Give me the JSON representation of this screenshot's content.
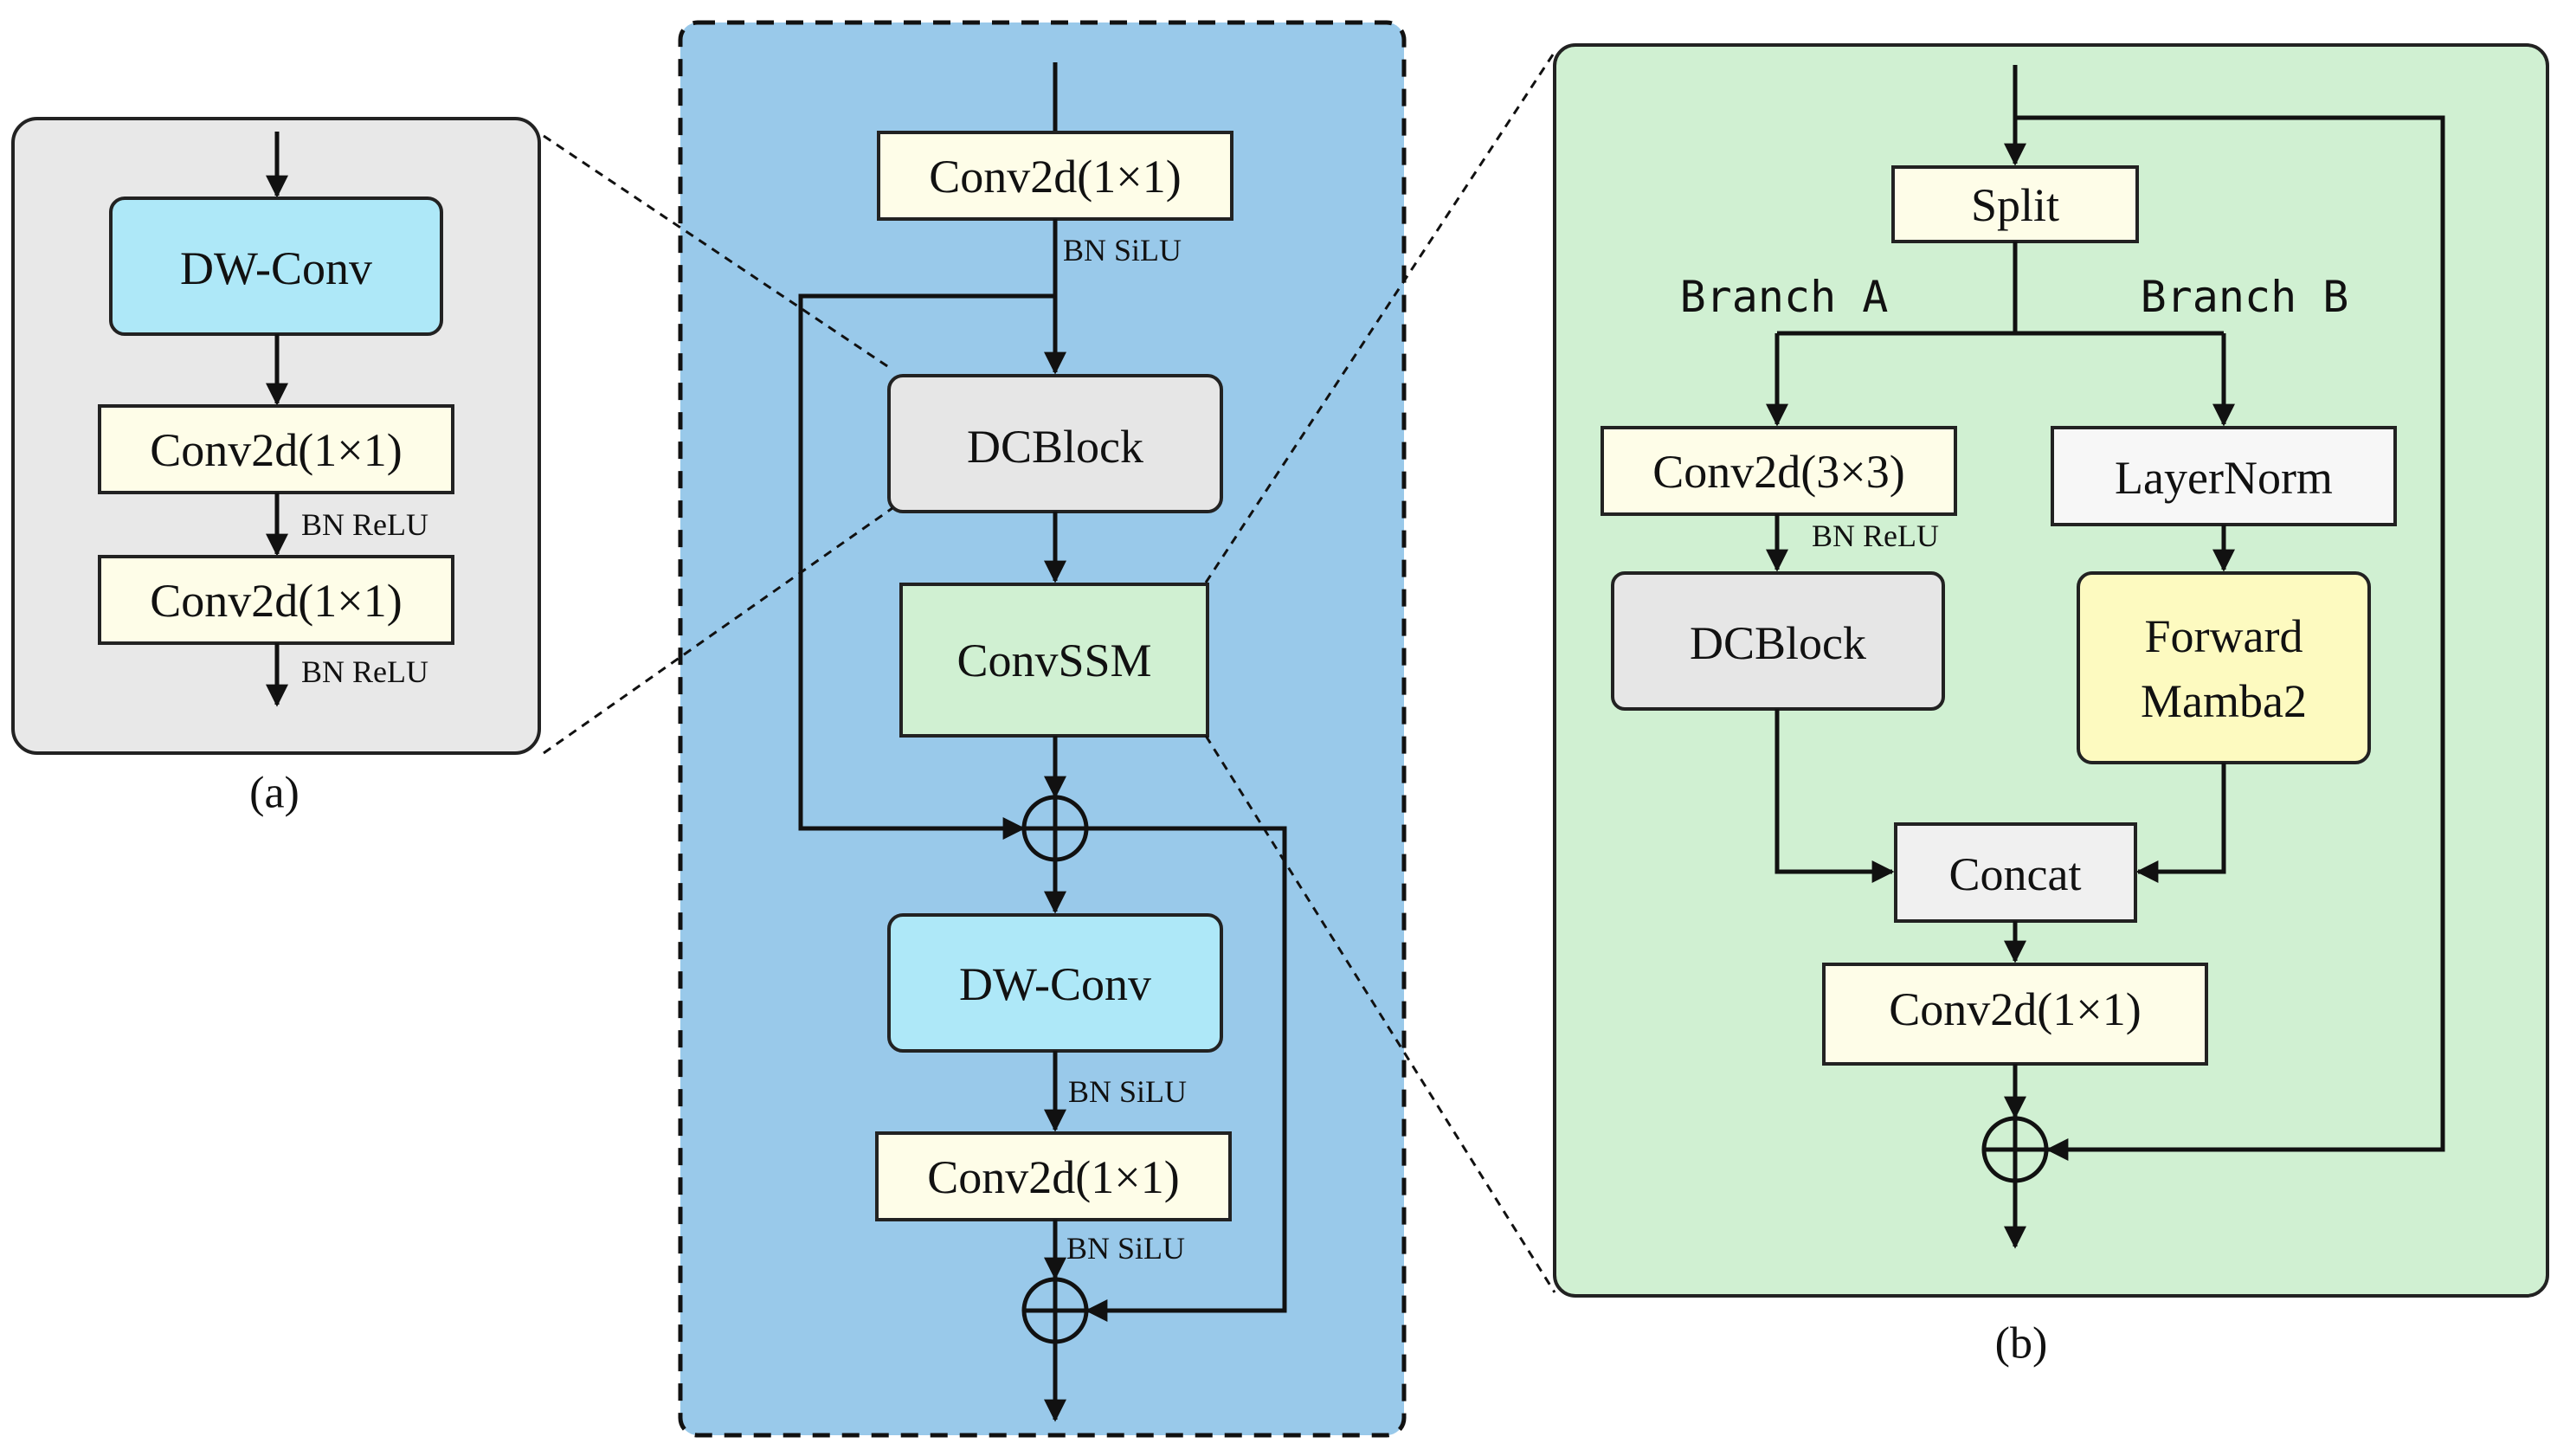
{
  "panel_a": {
    "caption": "(a)",
    "dwconv": "DW-Conv",
    "conv1": "Conv2d(1×1)",
    "conv2": "Conv2d(1×1)",
    "act1": "BN ReLU",
    "act2": "BN ReLU"
  },
  "panel_main": {
    "conv_top": "Conv2d(1×1)",
    "act_top": "BN SiLU",
    "dcblock": "DCBlock",
    "convssm": "ConvSSM",
    "dwconv": "DW-Conv",
    "act_dw": "BN SiLU",
    "conv_bottom": "Conv2d(1×1)",
    "act_bottom": "BN SiLU"
  },
  "panel_b": {
    "caption": "(b)",
    "split": "Split",
    "branch_a": "Branch A",
    "branch_b": "Branch B",
    "conv3": "Conv2d(3×3)",
    "act_conv3": "BN ReLU",
    "dcblock": "DCBlock",
    "layernorm": "LayerNorm",
    "forward_line1": "Forward",
    "forward_line2": "Mamba2",
    "concat": "Concat",
    "conv1": "Conv2d(1×1)"
  },
  "colors": {
    "panel_a_bg": "#e8e8e8",
    "panel_main_bg": "#99c9ea",
    "panel_b_bg": "#d0f0d2",
    "dwconv_fill": "#aee8f8",
    "conv_fill": "#fefde8",
    "dcblock_fill": "#e6e6e6",
    "convssm_fill": "#d0f0d2",
    "mamba_fill": "#fdfac0",
    "layernorm_fill": "#f7f7f7",
    "line": "#111111"
  }
}
